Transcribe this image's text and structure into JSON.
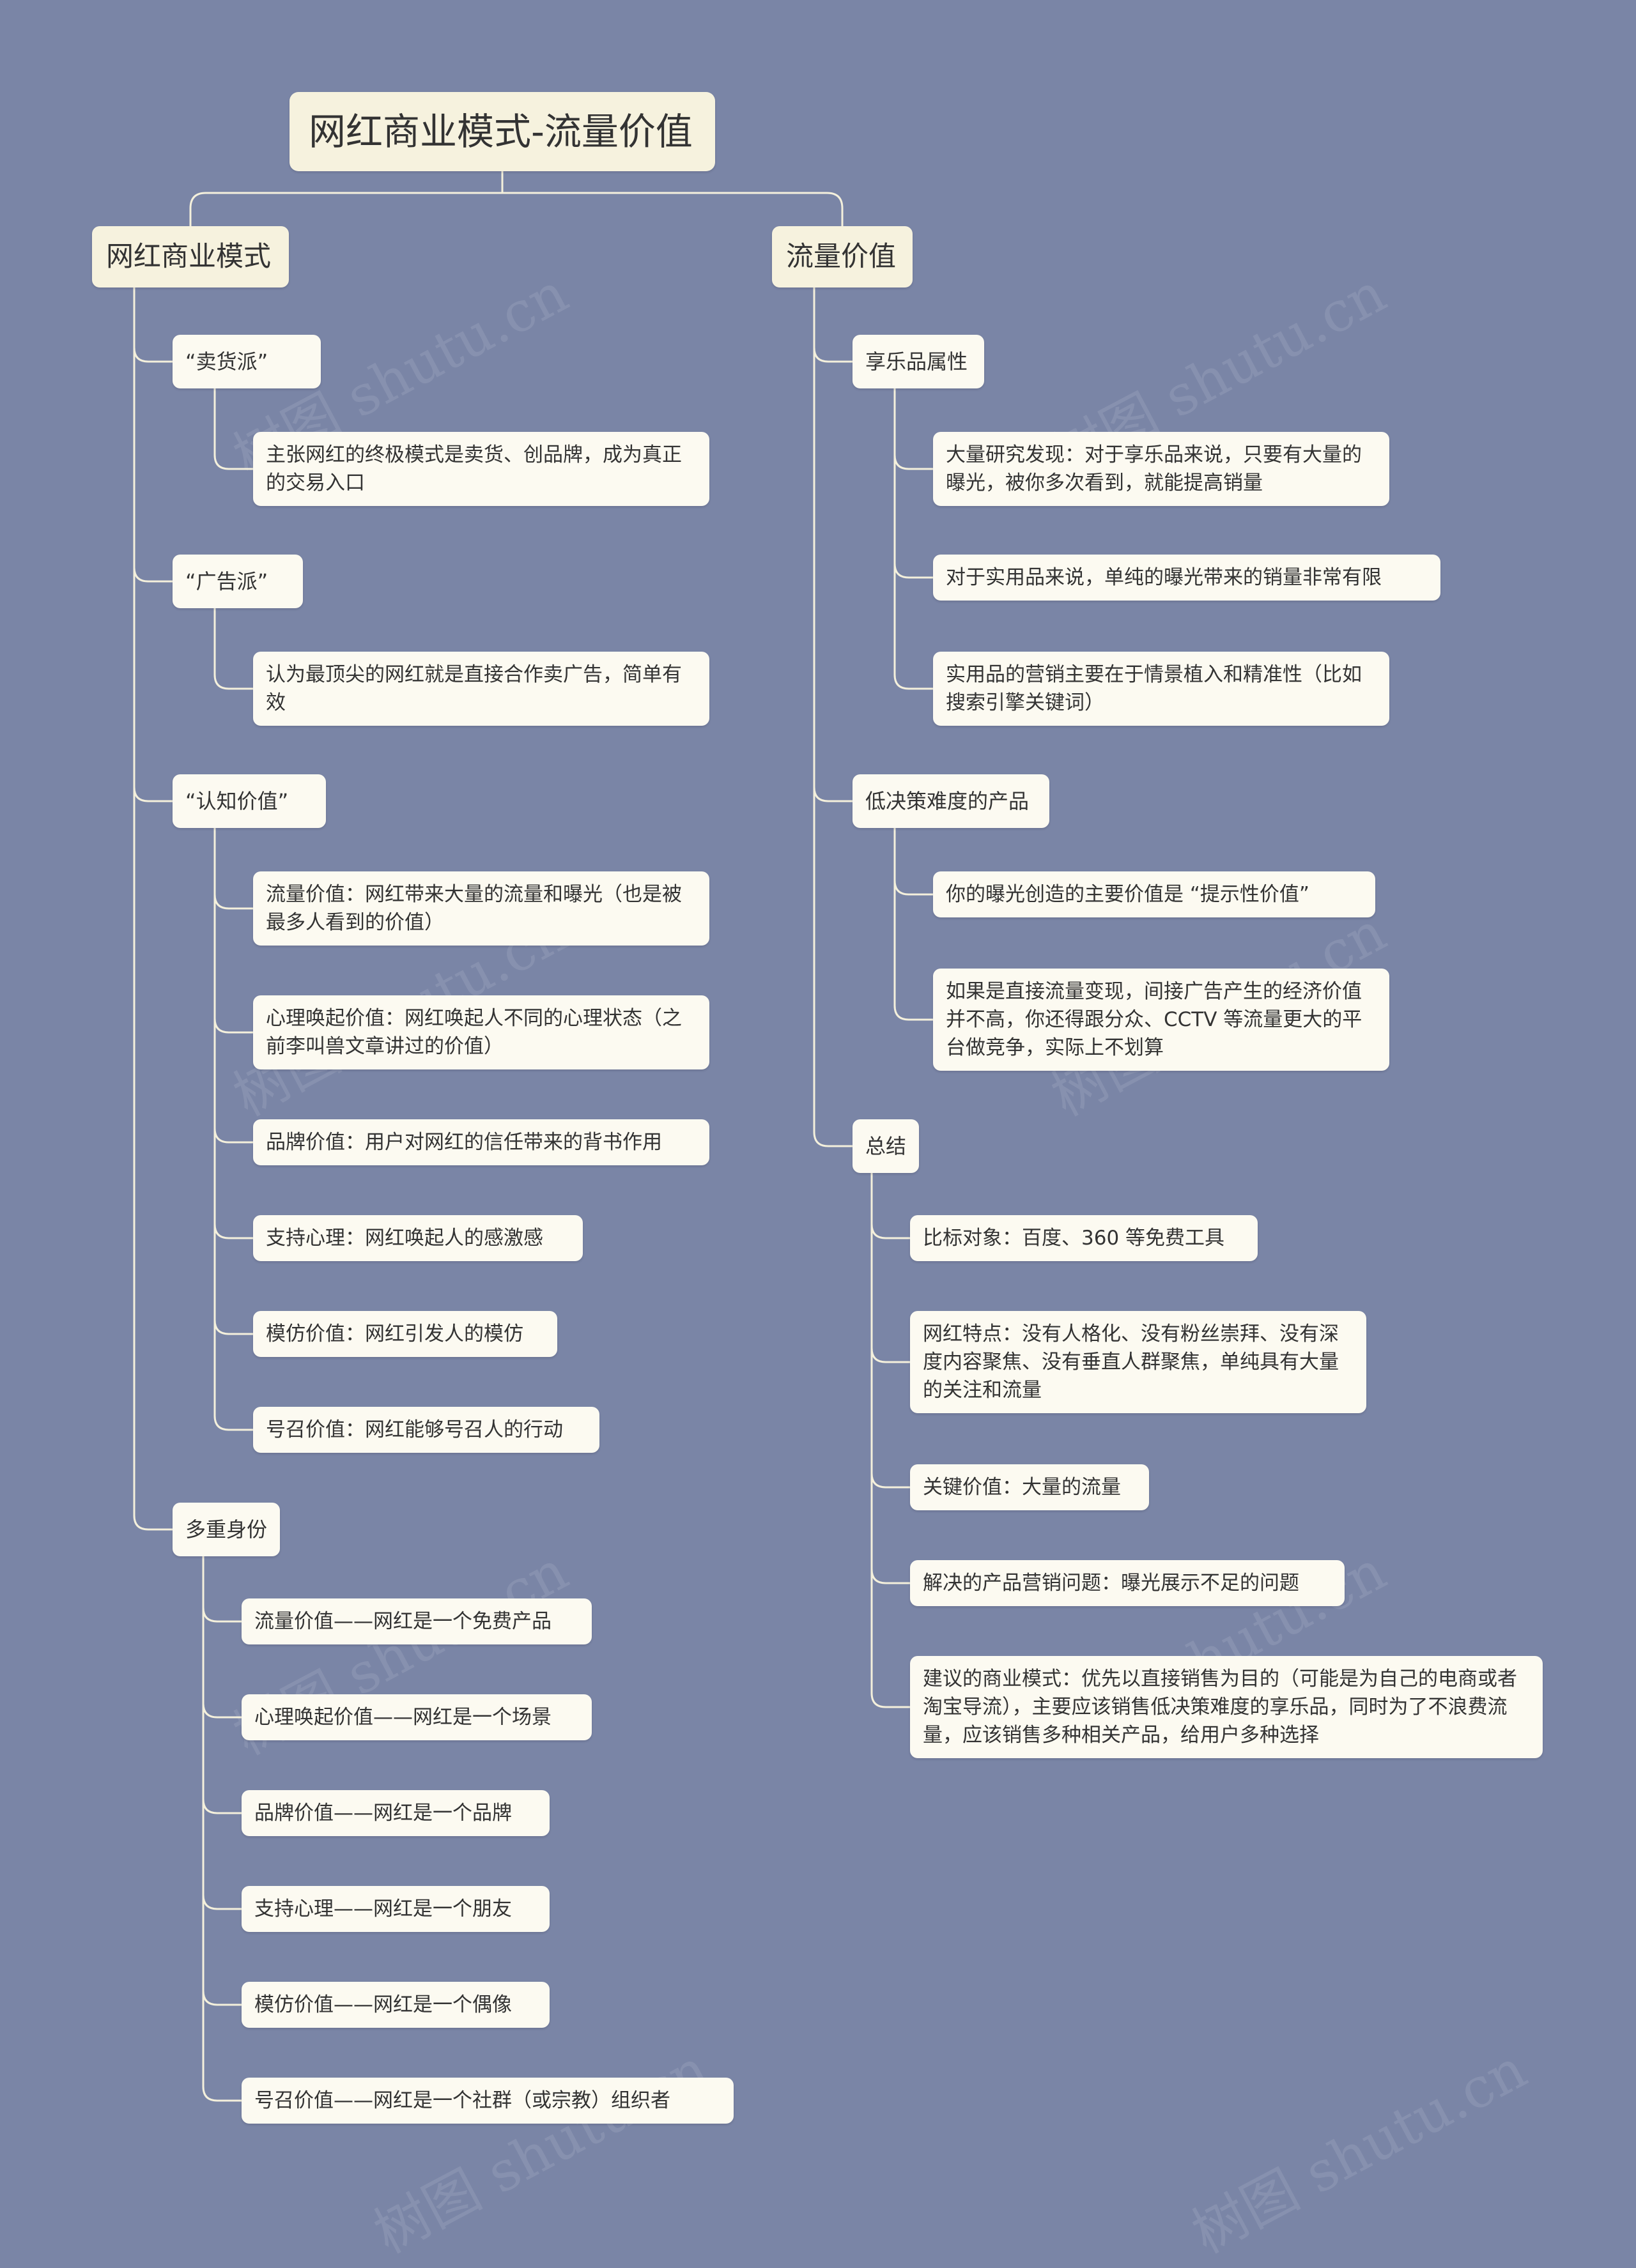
{
  "root": "网红商业模式-流量价值",
  "watermark": "树图 shutu.cn",
  "left": {
    "title": "网红商业模式",
    "groups": [
      {
        "title": "“卖货派”",
        "items": [
          "主张网红的终极模式是卖货、创品牌，成为真正的交易入口"
        ]
      },
      {
        "title": "“广告派”",
        "items": [
          "认为最顶尖的网红就是直接合作卖广告，简单有效"
        ]
      },
      {
        "title": "“认知价值”",
        "items": [
          "流量价值：网红带来大量的流量和曝光（也是被最多人看到的价值）",
          "心理唤起价值：网红唤起人不同的心理状态（之前李叫兽文章讲过的价值）",
          "品牌价值：用户对网红的信任带来的背书作用",
          "支持心理：网红唤起人的感激感",
          "模仿价值：网红引发人的模仿",
          "号召价值：网红能够号召人的行动"
        ]
      },
      {
        "title": "多重身份",
        "items": [
          "流量价值——网红是一个免费产品",
          "心理唤起价值——网红是一个场景",
          "品牌价值——网红是一个品牌",
          "支持心理——网红是一个朋友",
          "模仿价值——网红是一个偶像",
          "号召价值——网红是一个社群（或宗教）组织者"
        ]
      }
    ]
  },
  "right": {
    "title": "流量价值",
    "groups": [
      {
        "title": "享乐品属性",
        "items": [
          "大量研究发现：对于享乐品来说，只要有大量的曝光，被你多次看到，就能提高销量",
          "对于实用品来说，单纯的曝光带来的销量非常有限",
          "实用品的营销主要在于情景植入和精准性（比如搜索引擎关键词）"
        ]
      },
      {
        "title": "低决策难度的产品",
        "items": [
          "你的曝光创造的主要价值是 “提示性价值”",
          "如果是直接流量变现，间接广告产生的经济价值并不高，你还得跟分众、CCTV 等流量更大的平台做竞争，实际上不划算"
        ]
      },
      {
        "title": "总结",
        "items": [
          "比标对象：百度、360 等免费工具",
          "网红特点：没有人格化、没有粉丝崇拜、没有深度内容聚焦、没有垂直人群聚焦，单纯具有大量的关注和流量",
          "关键价值：大量的流量",
          "解决的产品营销问题：曝光展示不足的问题",
          "建议的商业模式：优先以直接销售为目的（可能是为自己的电商或者淘宝导流），主要应该销售低决策难度的享乐品，同时为了不浪费流量，应该销售多种相关产品，给用户多种选择"
        ]
      }
    ]
  }
}
